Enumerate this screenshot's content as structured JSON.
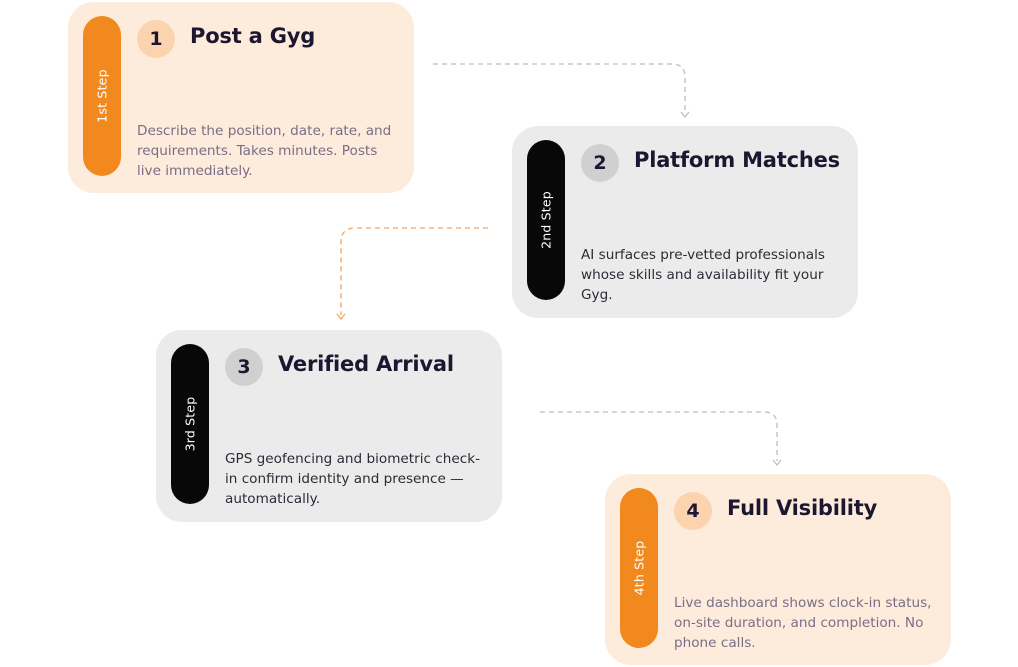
{
  "steps": [
    {
      "step_label": "1st Step",
      "number": "1",
      "title": "Post a Gyg",
      "description": "Describe the position, date, rate, and requirements. Takes minutes. Posts live immediately.",
      "theme": "warm"
    },
    {
      "step_label": "2nd Step",
      "number": "2",
      "title": "Platform Matches",
      "description": "AI surfaces pre-vetted professionals whose skills and availability fit your Gyg.",
      "theme": "gray"
    },
    {
      "step_label": "3rd Step",
      "number": "3",
      "title": "Verified Arrival",
      "description": "GPS geofencing and biometric check-in confirm identity and presence — automatically.",
      "theme": "gray"
    },
    {
      "step_label": "4th Step",
      "number": "4",
      "title": "Full Visibility",
      "description": "Live dashboard shows clock-in status, on-site duration, and completion. No phone calls.",
      "theme": "warm"
    }
  ],
  "colors": {
    "warm_card": "#fdebdb",
    "gray_card": "#ebebeb",
    "orange_accent": "#f2891f",
    "black_accent": "#080808",
    "connector_gray": "#bdbdbd",
    "connector_orange": "#f2a55a"
  },
  "icons": {
    "connector": "dashed-arrow-icon"
  }
}
